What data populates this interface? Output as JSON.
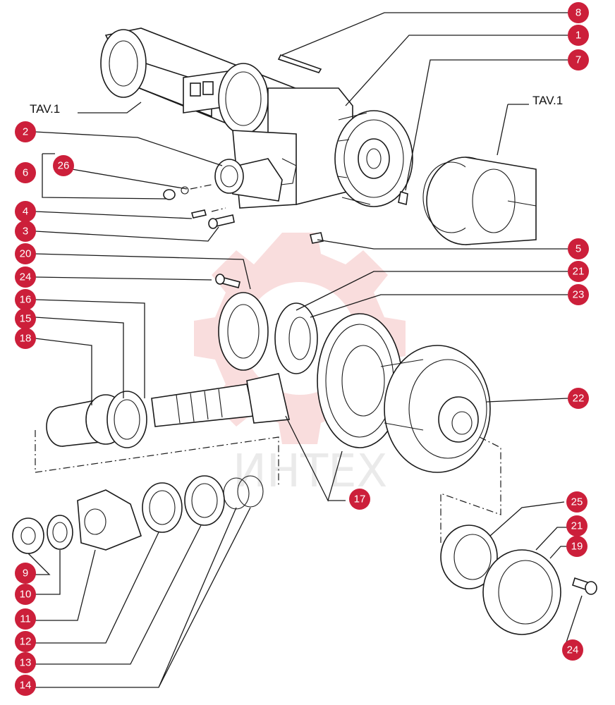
{
  "diagram": {
    "labels": {
      "tav_left": "TAV.1",
      "tav_right": "TAV.1",
      "watermark": "ИНТЕХ"
    },
    "callouts": [
      "8",
      "1",
      "7",
      "2",
      "6",
      "26",
      "4",
      "3",
      "5",
      "20",
      "24",
      "21",
      "23",
      "16",
      "15",
      "18",
      "22",
      "17",
      "25",
      "21",
      "19",
      "9",
      "10",
      "11",
      "12",
      "13",
      "14",
      "24"
    ],
    "accent_color": "#cc1f3a"
  }
}
